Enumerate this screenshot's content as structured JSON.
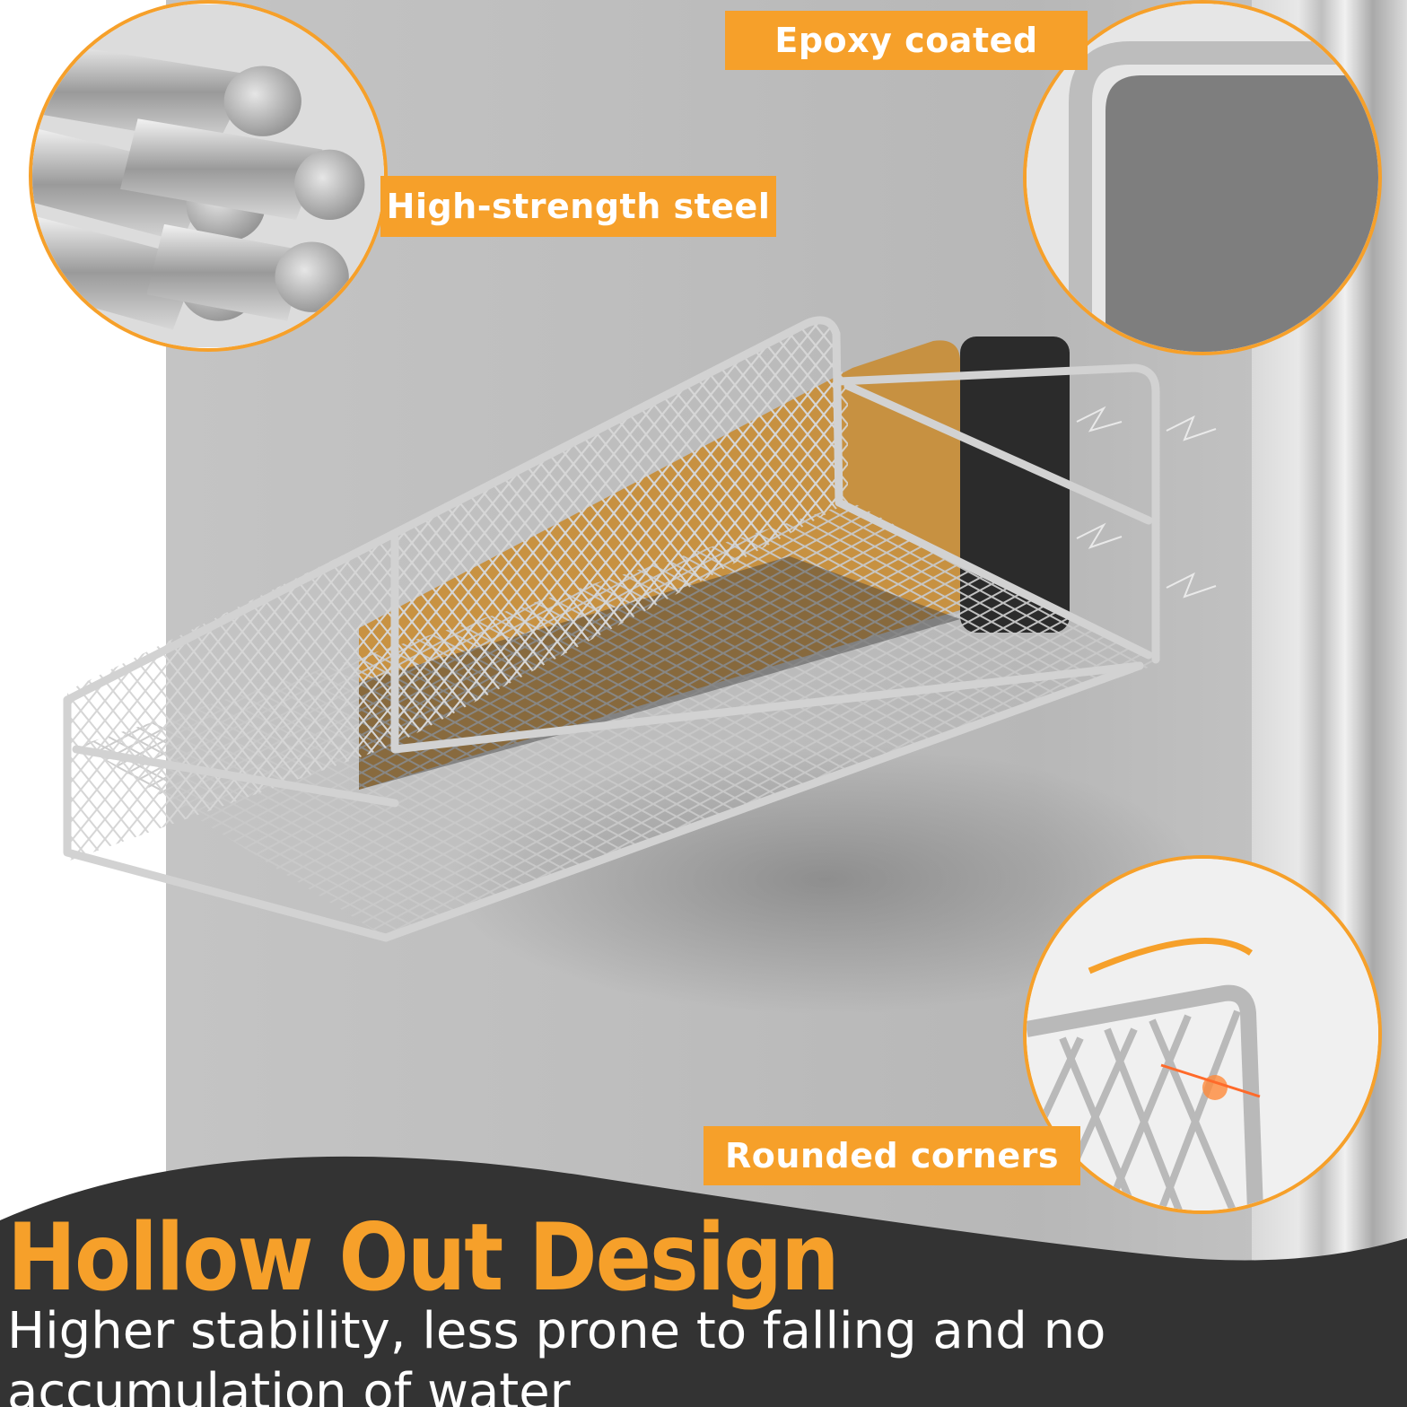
{
  "callouts": {
    "steel": "High-strength steel",
    "epoxy": "Epoxy coated",
    "corners": "Rounded corners"
  },
  "headline": "Hollow Out Design",
  "subline": "Higher stability, less prone to falling and no accumulation of water",
  "colors": {
    "accent": "#f6a02a",
    "dark_band": "#333333",
    "wall": "#c0c0c0",
    "magnet": "#2b2b2b"
  },
  "icons": [
    "steel-rods-icon",
    "epoxy-corner-icon",
    "rounded-corner-icon",
    "magnet-pad-icon",
    "wire-basket-icon"
  ]
}
